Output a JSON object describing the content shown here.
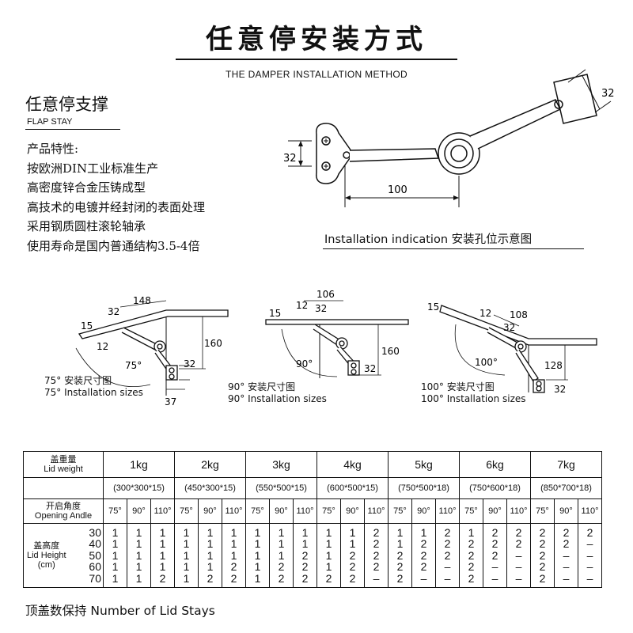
{
  "header": {
    "title": "任意停安装方式",
    "subtitle": "THE DAMPER INSTALLATION METHOD"
  },
  "section": {
    "title": "任意停支撑",
    "subtitle": "FLAP STAY"
  },
  "features": [
    "产品特性:",
    "按欧洲DIN工业标准生产",
    "高密度锌合金压铸成型",
    "高技术的电镀并经封闭的表面处理",
    "采用钢质圆柱滚轮轴承",
    "使用寿命是国内普通结构3.5-4倍"
  ],
  "install_diagram": {
    "caption": "Installation indication 安装孔位示意图",
    "dim_bracket": "32",
    "dim_length": "100",
    "dim_top": "32"
  },
  "diagrams": [
    {
      "cn": "75° 安装尺寸图",
      "en": "75° Installation sizes",
      "angle": "75°",
      "dims": {
        "a": "148",
        "b": "32",
        "c": "15",
        "d": "12",
        "e": "160",
        "f": "32",
        "g": "37"
      }
    },
    {
      "cn": "90° 安装尺寸图",
      "en": "90° Installation sizes",
      "angle": "90°",
      "dims": {
        "a": "106",
        "b": "12",
        "c": "32",
        "d": "15",
        "e": "160",
        "f": "32"
      }
    },
    {
      "cn": "100° 安装尺寸图",
      "en": "100° Installation sizes",
      "angle": "100°",
      "dims": {
        "a": "15",
        "b": "12",
        "c": "108",
        "d": "32",
        "e": "128",
        "f": "32"
      }
    }
  ],
  "table": {
    "weight_label_cn": "盖重量",
    "weight_label_en": "Lid weight",
    "angle_label_cn": "开启角度",
    "angle_label_en": "Opening Andle",
    "height_label_cn": "盖高度",
    "height_label_en": "Lid Height",
    "height_label_unit": "(cm)",
    "heights": [
      "30",
      "40",
      "50",
      "60",
      "70"
    ],
    "angles": [
      "75°",
      "90°",
      "110°"
    ],
    "groups": [
      {
        "kg": "1kg",
        "size": "(300*300*15)",
        "cols": [
          [
            "1",
            "1",
            "1",
            "1",
            "1"
          ],
          [
            "1",
            "1",
            "1",
            "1",
            "1"
          ],
          [
            "1",
            "1",
            "1",
            "1",
            "2"
          ]
        ]
      },
      {
        "kg": "2kg",
        "size": "(450*300*15)",
        "cols": [
          [
            "1",
            "1",
            "1",
            "1",
            "1"
          ],
          [
            "1",
            "1",
            "1",
            "1",
            "2"
          ],
          [
            "1",
            "1",
            "1",
            "2",
            "2"
          ]
        ]
      },
      {
        "kg": "3kg",
        "size": "(550*500*15)",
        "cols": [
          [
            "1",
            "1",
            "1",
            "1",
            "1"
          ],
          [
            "1",
            "1",
            "1",
            "2",
            "2"
          ],
          [
            "1",
            "1",
            "2",
            "2",
            "2"
          ]
        ]
      },
      {
        "kg": "4kg",
        "size": "(600*500*15)",
        "cols": [
          [
            "1",
            "1",
            "1",
            "1",
            "2"
          ],
          [
            "1",
            "1",
            "2",
            "2",
            "2"
          ],
          [
            "2",
            "2",
            "2",
            "2",
            "–"
          ]
        ]
      },
      {
        "kg": "5kg",
        "size": "(750*500*18)",
        "cols": [
          [
            "1",
            "1",
            "2",
            "2",
            "2"
          ],
          [
            "1",
            "2",
            "2",
            "2",
            "–"
          ],
          [
            "2",
            "2",
            "2",
            "–",
            "–"
          ]
        ]
      },
      {
        "kg": "6kg",
        "size": "(750*600*18)",
        "cols": [
          [
            "1",
            "2",
            "2",
            "2",
            "2"
          ],
          [
            "2",
            "2",
            "2",
            "–",
            "–"
          ],
          [
            "2",
            "2",
            "–",
            "–",
            "–"
          ]
        ]
      },
      {
        "kg": "7kg",
        "size": "(850*700*18)",
        "cols": [
          [
            "2",
            "2",
            "2",
            "2",
            "2"
          ],
          [
            "2",
            "2",
            "–",
            "–",
            "–"
          ],
          [
            "2",
            "–",
            "–",
            "–",
            "–"
          ]
        ]
      }
    ]
  },
  "footer": {
    "note": "顶盖数保持  Number of Lid Stays"
  }
}
